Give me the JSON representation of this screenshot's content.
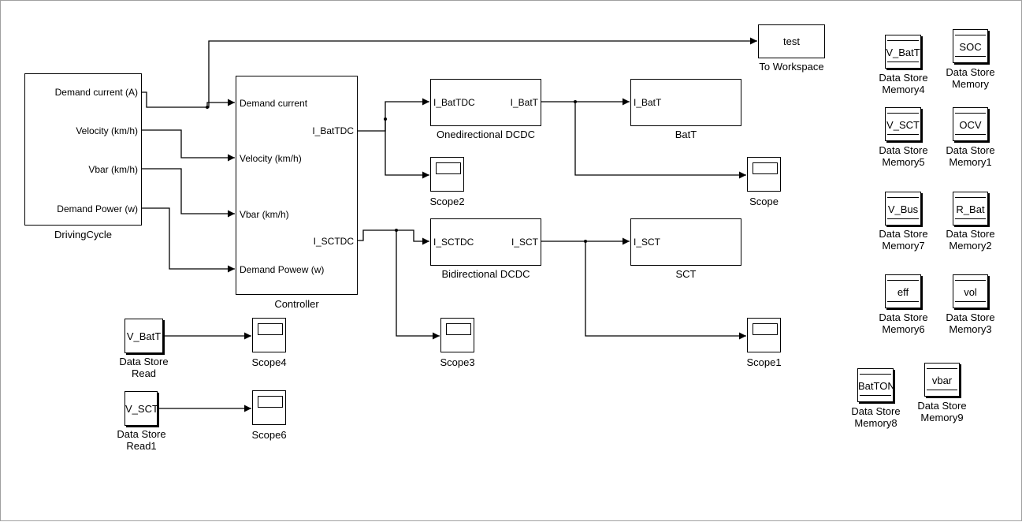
{
  "blocks": {
    "driving_cycle": {
      "name": "DrivingCycle",
      "ports": [
        "Demand current (A)",
        "Velocity (km/h)",
        "Vbar (km/h)",
        "Demand Power (w)"
      ]
    },
    "controller": {
      "name": "Controller",
      "inputs": [
        "Demand current",
        "Velocity (km/h)",
        "Vbar (km/h)",
        "Demand Powew (w)"
      ],
      "outputs": [
        "I_BatTDC",
        "I_SCTDC"
      ]
    },
    "onedirectional": {
      "name": "Onedirectional DCDC",
      "input": "I_BatTDC",
      "output": "I_BatT"
    },
    "bidirectional": {
      "name": "Bidirectional DCDC",
      "input": "I_SCTDC",
      "output": "I_SCT"
    },
    "batt": {
      "name": "BatT",
      "input": "I_BatT"
    },
    "sct": {
      "name": "SCT",
      "input": "I_SCT"
    },
    "to_workspace": {
      "name": "To Workspace",
      "value": "test"
    },
    "scope": {
      "name": "Scope"
    },
    "scope1": {
      "name": "Scope1"
    },
    "scope2": {
      "name": "Scope2"
    },
    "scope3": {
      "name": "Scope3"
    },
    "scope4": {
      "name": "Scope4"
    },
    "scope6": {
      "name": "Scope6"
    },
    "ds_read": {
      "label": "V_BatT",
      "name1": "Data Store",
      "name2": "Read"
    },
    "ds_read1": {
      "label": "V_SCT",
      "name1": "Data Store",
      "name2": "Read1"
    },
    "memories": [
      {
        "label": "V_BatT",
        "name1": "Data Store",
        "name2": "Memory4"
      },
      {
        "label": "SOC",
        "name1": "Data Store",
        "name2": "Memory"
      },
      {
        "label": "V_SCT",
        "name1": "Data Store",
        "name2": "Memory5"
      },
      {
        "label": "OCV",
        "name1": "Data Store",
        "name2": "Memory1"
      },
      {
        "label": "V_Bus",
        "name1": "Data Store",
        "name2": "Memory7"
      },
      {
        "label": "R_Bat",
        "name1": "Data Store",
        "name2": "Memory2"
      },
      {
        "label": "eff",
        "name1": "Data Store",
        "name2": "Memory6"
      },
      {
        "label": "vol",
        "name1": "Data Store",
        "name2": "Memory3"
      },
      {
        "label": "BatTON",
        "name1": "Data Store",
        "name2": "Memory8"
      },
      {
        "label": "vbar",
        "name1": "Data Store",
        "name2": "Memory9"
      }
    ]
  }
}
